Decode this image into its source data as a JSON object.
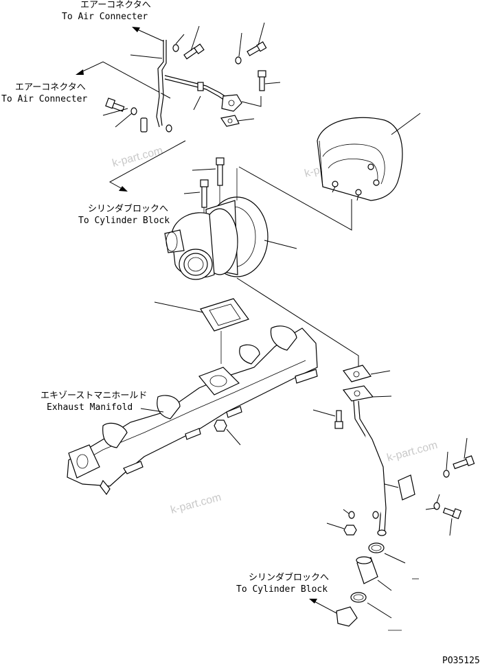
{
  "labels": {
    "air_connector_1_jp": "エアーコネクタへ",
    "air_connector_1_en": "To Air Connecter",
    "air_connector_2_jp": "エアーコネクタへ",
    "air_connector_2_en": "To Air Connecter",
    "cylinder_block_1_jp": "シリンダブロックへ",
    "cylinder_block_1_en": "To Cylinder Block",
    "exhaust_manifold_jp": "エキゾーストマニホールド",
    "exhaust_manifold_en": "Exhaust Manifold",
    "cylinder_block_2_jp": "シリンダブロックへ",
    "cylinder_block_2_en": "To Cylinder Block"
  },
  "watermarks": [
    "k-part.com",
    "k-part.com",
    "k-part.com",
    "k-part.com"
  ],
  "drawing_code": "PO35125"
}
